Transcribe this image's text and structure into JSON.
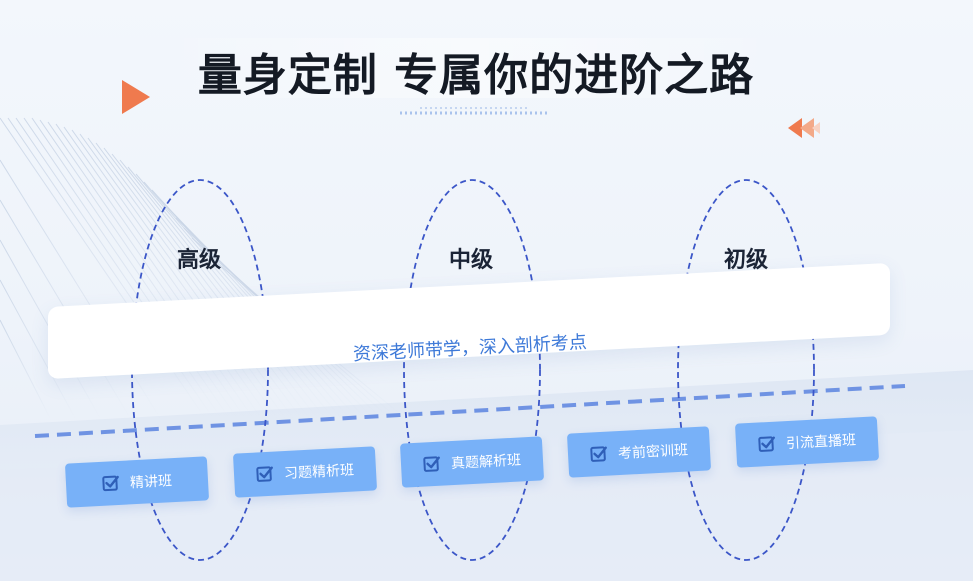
{
  "header": {
    "title": "量身定制 专属你的进阶之路"
  },
  "levels": [
    {
      "label": "高级"
    },
    {
      "label": "中级"
    },
    {
      "label": "初级"
    }
  ],
  "banner": {
    "text": "资深老师带学，深入剖析考点"
  },
  "courses": [
    {
      "label": "精讲班",
      "icon": "checkbox-icon"
    },
    {
      "label": "习题精析班",
      "icon": "checkbox-icon"
    },
    {
      "label": "真题解析班",
      "icon": "checkbox-icon"
    },
    {
      "label": "考前密训班",
      "icon": "checkbox-icon"
    },
    {
      "label": "引流直播班",
      "icon": "checkbox-icon"
    }
  ],
  "colors": {
    "accent_blue": "#3d79d8",
    "course_bg": "#78b1f8",
    "dashed_line": "#6f93e3",
    "ellipse": "#3b56c8",
    "orange": "#ef7a4e",
    "title": "#141a24"
  }
}
